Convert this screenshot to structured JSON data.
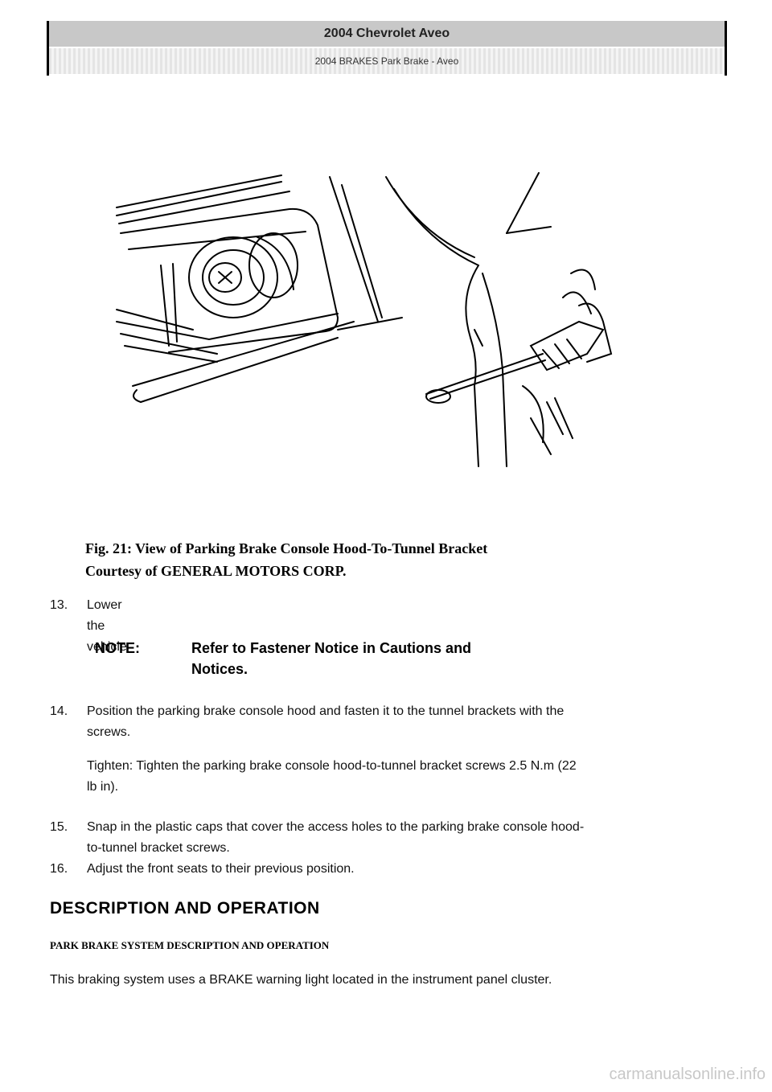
{
  "header": {
    "title": "2004 Chevrolet Aveo",
    "subtitle": "2004 BRAKES Park Brake - Aveo"
  },
  "figure": {
    "caption_line1": "Fig. 21: View of Parking Brake Console Hood-To-Tunnel Bracket",
    "caption_line2": "Courtesy of GENERAL MOTORS CORP."
  },
  "steps": [
    {
      "num": "13.",
      "lines": [
        "Lower the vehicle"
      ]
    },
    {
      "num": "14.",
      "lines": [
        "Position the parking brake console hood and fasten it to the tunnel brackets with the",
        "screws."
      ]
    },
    {
      "num": "15.",
      "lines": [
        "Snap in the plastic caps that cover the access holes to the parking brake console hood-",
        "to-tunnel bracket screws."
      ]
    },
    {
      "num": "16.",
      "lines": [
        "Adjust the front seats to their previous position."
      ]
    }
  ],
  "note": {
    "label": "NOTE:",
    "text_line1": "Refer to Fastener Notice in Cautions and",
    "text_line2": "Notices."
  },
  "tighten": {
    "line1": "Tighten: Tighten the parking brake console hood-to-tunnel bracket screws 2.5 N.m (22",
    "line2": "lb in)."
  },
  "section": {
    "title": "DESCRIPTION AND OPERATION",
    "subtitle": "PARK BRAKE SYSTEM DESCRIPTION AND OPERATION",
    "body": "This braking system uses a BRAKE warning light located in the instrument panel cluster."
  },
  "watermark": "carmanualsonline.info"
}
